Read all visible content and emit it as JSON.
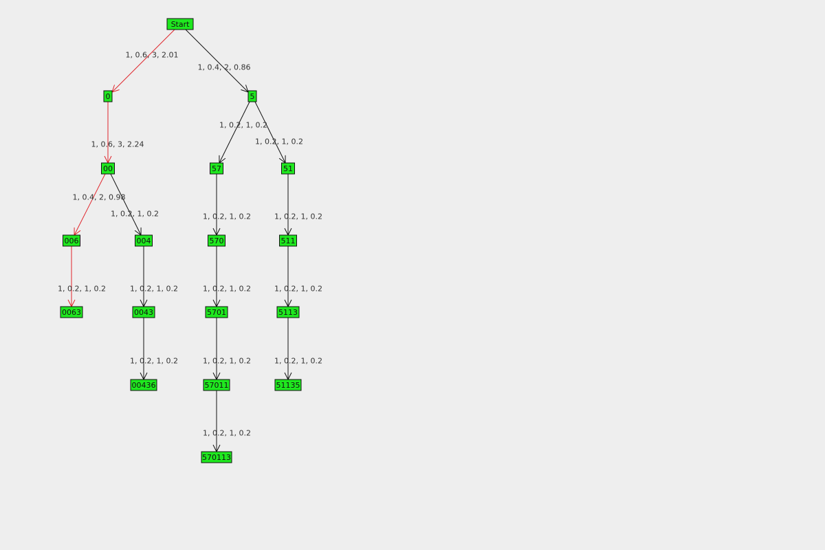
{
  "colors": {
    "background": "#eeeeee",
    "node_fill": "#1fe81f",
    "node_border": "#111111",
    "edge_default": "#111111",
    "edge_highlight": "#e0242a",
    "label_text": "#333333"
  },
  "tree": {
    "nodes": [
      {
        "id": "start",
        "label": "Start"
      },
      {
        "id": "n0",
        "label": "0"
      },
      {
        "id": "n5",
        "label": "5"
      },
      {
        "id": "n00",
        "label": "00"
      },
      {
        "id": "n57",
        "label": "57"
      },
      {
        "id": "n51",
        "label": "51"
      },
      {
        "id": "n006",
        "label": "006"
      },
      {
        "id": "n004",
        "label": "004"
      },
      {
        "id": "n570",
        "label": "570"
      },
      {
        "id": "n511",
        "label": "511"
      },
      {
        "id": "n0063",
        "label": "0063"
      },
      {
        "id": "n0043",
        "label": "0043"
      },
      {
        "id": "n5701",
        "label": "5701"
      },
      {
        "id": "n5113",
        "label": "5113"
      },
      {
        "id": "n00436",
        "label": "00436"
      },
      {
        "id": "n57011",
        "label": "57011"
      },
      {
        "id": "n51135",
        "label": "51135"
      },
      {
        "id": "n570113",
        "label": "570113"
      }
    ],
    "edges": [
      {
        "from": "start",
        "to": "n0",
        "label": "1, 0.6, 3, 2.01",
        "highlight": true
      },
      {
        "from": "start",
        "to": "n5",
        "label": "1, 0.4, 2, 0.86",
        "highlight": false
      },
      {
        "from": "n0",
        "to": "n00",
        "label": "1, 0.6, 3, 2.24",
        "highlight": true
      },
      {
        "from": "n5",
        "to": "n57",
        "label": "1, 0.2, 1, 0.2",
        "highlight": false
      },
      {
        "from": "n5",
        "to": "n51",
        "label": "1, 0.2, 1, 0.2",
        "highlight": false
      },
      {
        "from": "n00",
        "to": "n006",
        "label": "1, 0.4, 2, 0.98",
        "highlight": true
      },
      {
        "from": "n00",
        "to": "n004",
        "label": "1, 0.2, 1, 0.2",
        "highlight": false
      },
      {
        "from": "n57",
        "to": "n570",
        "label": "1, 0.2, 1, 0.2",
        "highlight": false
      },
      {
        "from": "n51",
        "to": "n511",
        "label": "1, 0.2, 1, 0.2",
        "highlight": false
      },
      {
        "from": "n006",
        "to": "n0063",
        "label": "1, 0.2, 1, 0.2",
        "highlight": true
      },
      {
        "from": "n004",
        "to": "n0043",
        "label": "1, 0.2, 1, 0.2",
        "highlight": false
      },
      {
        "from": "n570",
        "to": "n5701",
        "label": "1, 0.2, 1, 0.2",
        "highlight": false
      },
      {
        "from": "n511",
        "to": "n5113",
        "label": "1, 0.2, 1, 0.2",
        "highlight": false
      },
      {
        "from": "n0043",
        "to": "n00436",
        "label": "1, 0.2, 1, 0.2",
        "highlight": false
      },
      {
        "from": "n5701",
        "to": "n57011",
        "label": "1, 0.2, 1, 0.2",
        "highlight": false
      },
      {
        "from": "n5113",
        "to": "n51135",
        "label": "1, 0.2, 1, 0.2",
        "highlight": false
      },
      {
        "from": "n57011",
        "to": "n570113",
        "label": "1, 0.2, 1, 0.2",
        "highlight": false
      }
    ]
  }
}
